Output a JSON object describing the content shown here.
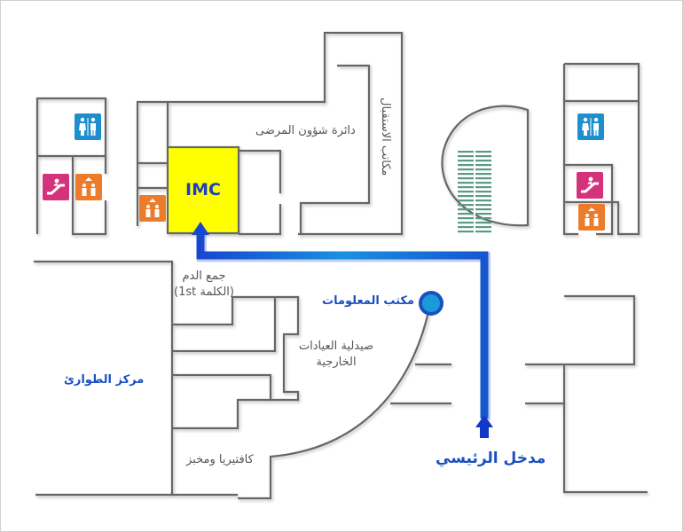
{
  "map": {
    "imc_label": "IMC",
    "patient_affairs": "دائرة شؤون المرضى",
    "reception_offices": "مكاتب الاستقبال",
    "blood_collection": "جمع الدم",
    "blood_collection_sub": "(1st الكلمة)",
    "info_desk": "مكتب المعلومات",
    "outpatient_pharmacy_line1": "صيدلية العيادات",
    "outpatient_pharmacy_line2": "الخارجية",
    "emergency_center": "مركز الطوارئ",
    "cafeteria": "كافتيريا ومخبز",
    "main_entrance": "مدخل الرئيسي"
  },
  "colors": {
    "imc_fill": "#ffff00",
    "route_blue": "#1560c8",
    "wall": "#666666",
    "toilet_icon": "#1d8fcf",
    "escalator_icon": "#d4327a",
    "elevator_icon": "#ec7c2c",
    "info_marker": "#1a9ad8",
    "stairs": "#5a9a86"
  },
  "icons": {
    "toilet": "toilet-icon",
    "escalator": "escalator-icon",
    "elevator": "elevator-icon",
    "info": "info-desk-marker",
    "stairs": "stairs-icon"
  }
}
